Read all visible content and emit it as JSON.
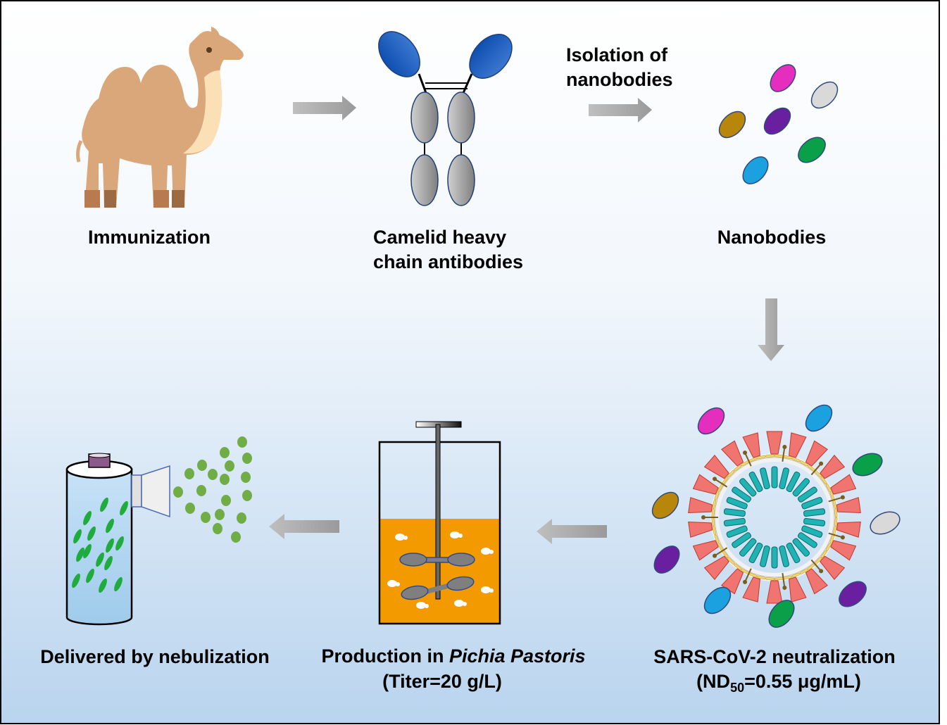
{
  "labels": {
    "immunization": "Immunization",
    "camelid_line1": "Camelid heavy",
    "camelid_line2": "chain antibodies",
    "isolation_line1": "Isolation of",
    "isolation_line2": "nanobodies",
    "nanobodies": "Nanobodies",
    "neutralization_line1": "SARS-CoV-2 neutralization",
    "neutralization_line2_prefix": "(ND",
    "neutralization_line2_sub": "50",
    "neutralization_line2_suffix": "=0.55 μg/mL)",
    "production_prefix": "Production in ",
    "production_italic": "Pichia Pastoris",
    "production_line2": "(Titer=20 g/L)",
    "delivery": "Delivered by nebulization"
  },
  "colors": {
    "background_top": "#ffffff",
    "background_bottom": "#b9d4ee",
    "arrow": "#a6a6a6",
    "antibody_blue": "#2461b8",
    "antibody_gray": "#a6a6a6",
    "camel": "#d9a77a",
    "camel_light": "#fbe0b5",
    "culture": "#f29a00",
    "spike": "#f07470",
    "nucleocapsid": "#1fb3b3",
    "droplet": "#70ad47",
    "nanobody_colors": [
      "#e62ebe",
      "#d9d9d9",
      "#b8860b",
      "#6a1fa0",
      "#0aa04a",
      "#1ba0e0"
    ]
  }
}
